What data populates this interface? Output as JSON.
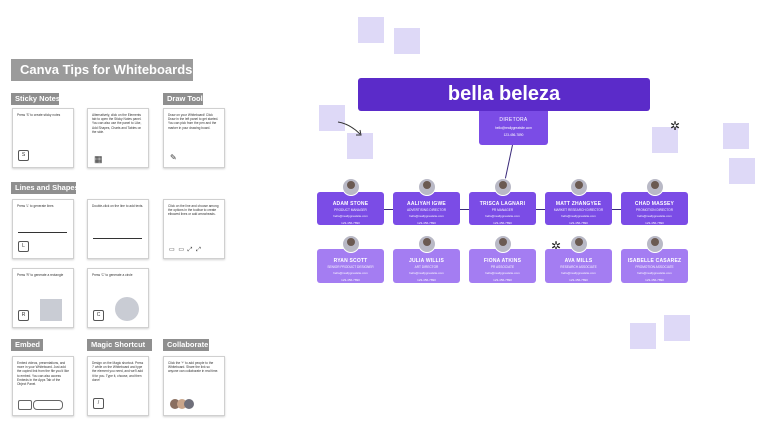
{
  "tips": {
    "title": "Canva Tips for Whiteboards",
    "sections": {
      "sticky_notes": "Sticky Notes",
      "draw_tool": "Draw Tool",
      "lines_shapes": "Lines and Shapes",
      "embed": "Embed",
      "magic_shortcut": "Magic Shortcut",
      "collaborate": "Collaborate"
    },
    "cards": {
      "sticky1_text": "Press 'S' to create sticky notes",
      "sticky1_key": "S",
      "sticky2_text": "Alternatively, click on the Elements tab to open the Sticky Notes panel. You can also use the panel to Like, Add Shapes, Charts and Tables on the side.",
      "draw_text": "Draw on your Whiteboard! Click Draw in the left panel to get started. You can pick from the pen and the marker in your drawing board.",
      "line_text": "Press 'L' to generate lines",
      "line_key": "L",
      "line2_text": "Double-click on the line to add texts.",
      "line3_text": "Click on the line and choose among the options in the toolbar to create elbowed lines or add arrowheads.",
      "rect_text": "Press 'R' to generate a rectangle",
      "rect_key": "R",
      "circle_text": "Press 'C' to generate a circle",
      "circle_key": "C",
      "embed_text": "Embed videos, presentations, and more in your Whiteboard. Just add the copied link from the file you'd like to embed. You can also access Embeds in the Apps Tab of the Object Panel.",
      "magic_text": "Design on the Magic shortcut. Press '/' while on the Whiteboard and type the element you need, and we'll add it for you. Type it, choose, and then done!",
      "magic_key": "/",
      "collab_text": "Click the '+' to add people to the Whiteboard. Share the link so anyone can collaborate in real time."
    }
  },
  "org": {
    "title": "bella beleza",
    "top": {
      "role": "DIRETORA",
      "contact": [
        "hello@reallygreatsite.com",
        "123-456-7890"
      ]
    },
    "managers": [
      {
        "name": "ADAM STONE",
        "role": "PRODUCT MANAGER"
      },
      {
        "name": "AALIYAH IGWE",
        "role": "ADVERTISING DIRECTOR"
      },
      {
        "name": "TRISCA LAGNARI",
        "role": "PR MANAGER"
      },
      {
        "name": "MATT ZHANGYEE",
        "role": "MARKET RESEARCH DIRECTOR"
      },
      {
        "name": "CHAD MASSEY",
        "role": "PROMOTION DIRECTOR"
      }
    ],
    "staff": [
      {
        "name": "RYAN SCOTT",
        "role": "SENIOR PRODUCT DESIGNER"
      },
      {
        "name": "JULIA WILLIS",
        "role": "ART DIRECTOR"
      },
      {
        "name": "FIONA ATKINS",
        "role": "PR ASSOCIATE"
      },
      {
        "name": "AVA MILLS",
        "role": "RESEARCH ASSOCIATE"
      },
      {
        "name": "ISABELLE CASAREZ",
        "role": "PROMOTION ASSOCIATE"
      }
    ],
    "contact": [
      "hello@reallygreatsite.com",
      "123-456-7890"
    ]
  }
}
